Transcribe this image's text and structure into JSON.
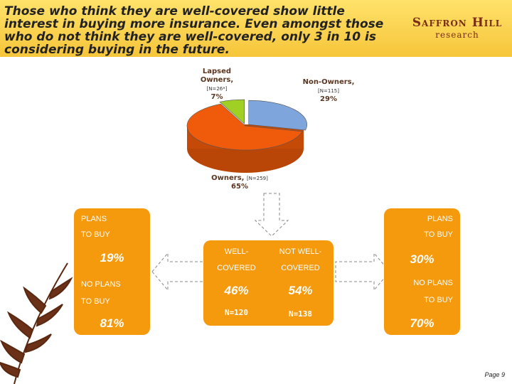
{
  "header": {
    "title": "Those who think they are well-covered show little interest in buying more insurance.  Even amongst those who do not think they are well-covered, only 3 in 10 is considering buying in the future.",
    "logo_line1": "Saffron Hill",
    "logo_line2": "research"
  },
  "pie": {
    "lapsed": {
      "label": "Lapsed Owners,",
      "pct": "7%",
      "n": "[N=26*]"
    },
    "non": {
      "label": "Non-Owners,",
      "pct": "29%",
      "n": "[N=115]"
    },
    "owners": {
      "label": "Owners,",
      "pct": "65%",
      "n": "[N=259]"
    },
    "colors": {
      "owners": "#ef5b0b",
      "non": "#7ea6dc",
      "lapsed": "#9fd023"
    }
  },
  "chart_data": {
    "type": "pie",
    "categories": [
      "Lapsed Owners",
      "Non-Owners",
      "Owners"
    ],
    "values": [
      7,
      29,
      65
    ]
  },
  "left": {
    "plans": "PLANS",
    "to_buy": "TO BUY",
    "plans_pct": "19%",
    "no_plans": "NO PLANS",
    "no_to_buy": "TO BUY",
    "no_pct": "81%"
  },
  "center": {
    "well_line1": "WELL-",
    "well_line2": "COVERED",
    "well_pct": "46%",
    "well_n": "N=120",
    "not_line1": "NOT WELL-",
    "not_line2": "COVERED",
    "not_pct": "54%",
    "not_n": "N=138"
  },
  "right": {
    "plans": "PLANS",
    "to_buy": "TO BUY",
    "plans_pct": "30%",
    "no_plans": "NO PLANS",
    "no_to_buy": "TO BUY",
    "no_pct": "70%"
  },
  "footer": {
    "page": "Page 9"
  }
}
